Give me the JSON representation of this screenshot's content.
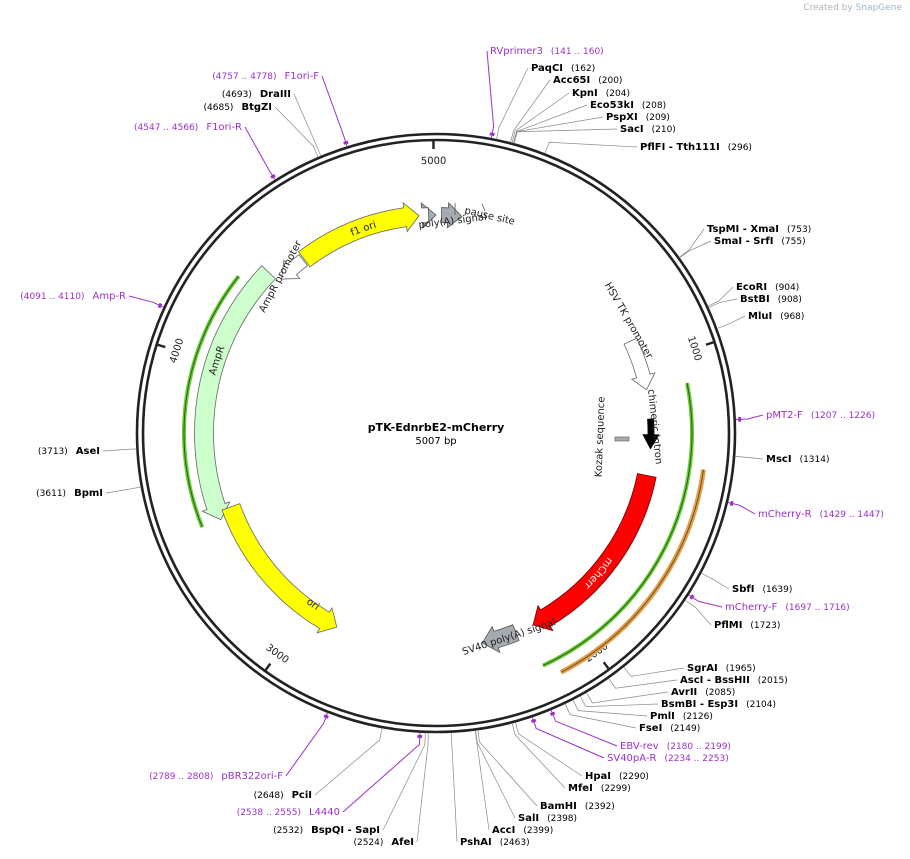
{
  "credit": {
    "prefix": "Created by",
    "brand": "SnapGene"
  },
  "plasmid": {
    "name": "pTK-EdnrbE2-mCherry",
    "size_label": "5007 bp",
    "length": 5007
  },
  "colors": {
    "primer": "#9b30c8",
    "enzyme": "#000000",
    "yellow": "#ffff00",
    "ampr": "#ccffcc",
    "mcherry": "#ff0000",
    "grey": "#a6abb1",
    "lineGreen": "#66cc33",
    "lineOrange": "#e0a050"
  },
  "ticks": [
    "1000",
    "2000",
    "3000",
    "4000",
    "5000"
  ],
  "features": [
    {
      "label": "f1 ori",
      "color": "#ffff00"
    },
    {
      "label": "AmpR promoter",
      "color": "#ffffff"
    },
    {
      "label": "AmpR",
      "color": "#ccffcc"
    },
    {
      "label": "ori",
      "color": "#ffff00"
    },
    {
      "label": "mCherry",
      "color": "#ff0000"
    },
    {
      "label": "HSV TK promoter",
      "color": "#ffffff"
    },
    {
      "label": "chimeric intron",
      "color": "#000000"
    },
    {
      "label": "Kozak sequence",
      "color": "#a6abb1"
    },
    {
      "label": "SV40 poly(A) signal",
      "color": "#a6abb1"
    },
    {
      "label": "poly(A) signal",
      "color": "#a6abb1"
    },
    {
      "label": "pause site",
      "color": "#a6abb1"
    }
  ],
  "site_labels": [
    {
      "name": "RVprimer3",
      "pos": "(141 .. 160)",
      "type": "primer"
    },
    {
      "name": "PaqCI",
      "pos": "(162)",
      "type": "enzyme"
    },
    {
      "name": "Acc65I",
      "pos": "(200)",
      "type": "enzyme"
    },
    {
      "name": "KpnI",
      "pos": "(204)",
      "type": "enzyme"
    },
    {
      "name": "Eco53kI",
      "pos": "(208)",
      "type": "enzyme"
    },
    {
      "name": "PspXI",
      "pos": "(209)",
      "type": "enzyme"
    },
    {
      "name": "SacI",
      "pos": "(210)",
      "type": "enzyme"
    },
    {
      "name": "PflFI - Tth111I",
      "pos": "(296)",
      "type": "enzyme"
    },
    {
      "name": "TspMI - XmaI",
      "pos": "(753)",
      "type": "enzyme"
    },
    {
      "name": "SmaI - SrfI",
      "pos": "(755)",
      "type": "enzyme"
    },
    {
      "name": "EcoRI",
      "pos": "(904)",
      "type": "enzyme"
    },
    {
      "name": "BstBI",
      "pos": "(908)",
      "type": "enzyme"
    },
    {
      "name": "MluI",
      "pos": "(968)",
      "type": "enzyme"
    },
    {
      "name": "pMT2-F",
      "pos": "(1207 .. 1226)",
      "type": "primer"
    },
    {
      "name": "MscI",
      "pos": "(1314)",
      "type": "enzyme"
    },
    {
      "name": "mCherry-R",
      "pos": "(1429 .. 1447)",
      "type": "primer"
    },
    {
      "name": "SbfI",
      "pos": "(1639)",
      "type": "enzyme"
    },
    {
      "name": "mCherry-F",
      "pos": "(1697 .. 1716)",
      "type": "primer"
    },
    {
      "name": "PflMI",
      "pos": "(1723)",
      "type": "enzyme"
    },
    {
      "name": "SgrAI",
      "pos": "(1965)",
      "type": "enzyme"
    },
    {
      "name": "AscI - BssHII",
      "pos": "(2015)",
      "type": "enzyme"
    },
    {
      "name": "AvrII",
      "pos": "(2085)",
      "type": "enzyme"
    },
    {
      "name": "BsmBI - Esp3I",
      "pos": "(2104)",
      "type": "enzyme"
    },
    {
      "name": "PmlI",
      "pos": "(2126)",
      "type": "enzyme"
    },
    {
      "name": "FseI",
      "pos": "(2149)",
      "type": "enzyme"
    },
    {
      "name": "EBV-rev",
      "pos": "(2180 .. 2199)",
      "type": "primer"
    },
    {
      "name": "SV40pA-R",
      "pos": "(2234 .. 2253)",
      "type": "primer"
    },
    {
      "name": "HpaI",
      "pos": "(2290)",
      "type": "enzyme"
    },
    {
      "name": "MfeI",
      "pos": "(2299)",
      "type": "enzyme"
    },
    {
      "name": "BamHI",
      "pos": "(2392)",
      "type": "enzyme"
    },
    {
      "name": "SalI",
      "pos": "(2398)",
      "type": "enzyme"
    },
    {
      "name": "AccI",
      "pos": "(2399)",
      "type": "enzyme"
    },
    {
      "name": "PshAI",
      "pos": "(2463)",
      "type": "enzyme"
    },
    {
      "name": "AfeI",
      "pos": "(2524)",
      "type": "enzyme"
    },
    {
      "name": "BspQI - SapI",
      "pos": "(2532)",
      "type": "enzyme"
    },
    {
      "name": "L4440",
      "pos": "(2538 .. 2555)",
      "type": "primer"
    },
    {
      "name": "PciI",
      "pos": "(2648)",
      "type": "enzyme"
    },
    {
      "name": "pBR322ori-F",
      "pos": "(2789 .. 2808)",
      "type": "primer"
    },
    {
      "name": "BpmI",
      "pos": "(3611)",
      "type": "enzyme"
    },
    {
      "name": "AseI",
      "pos": "(3713)",
      "type": "enzyme"
    },
    {
      "name": "Amp-R",
      "pos": "(4091 .. 4110)",
      "type": "primer"
    },
    {
      "name": "F1ori-R",
      "pos": "(4547 .. 4566)",
      "type": "primer"
    },
    {
      "name": "BtgZI",
      "pos": "(4685)",
      "type": "enzyme"
    },
    {
      "name": "DraIII",
      "pos": "(4693)",
      "type": "enzyme"
    },
    {
      "name": "F1ori-F",
      "pos": "(4757 .. 4778)",
      "type": "primer"
    }
  ]
}
